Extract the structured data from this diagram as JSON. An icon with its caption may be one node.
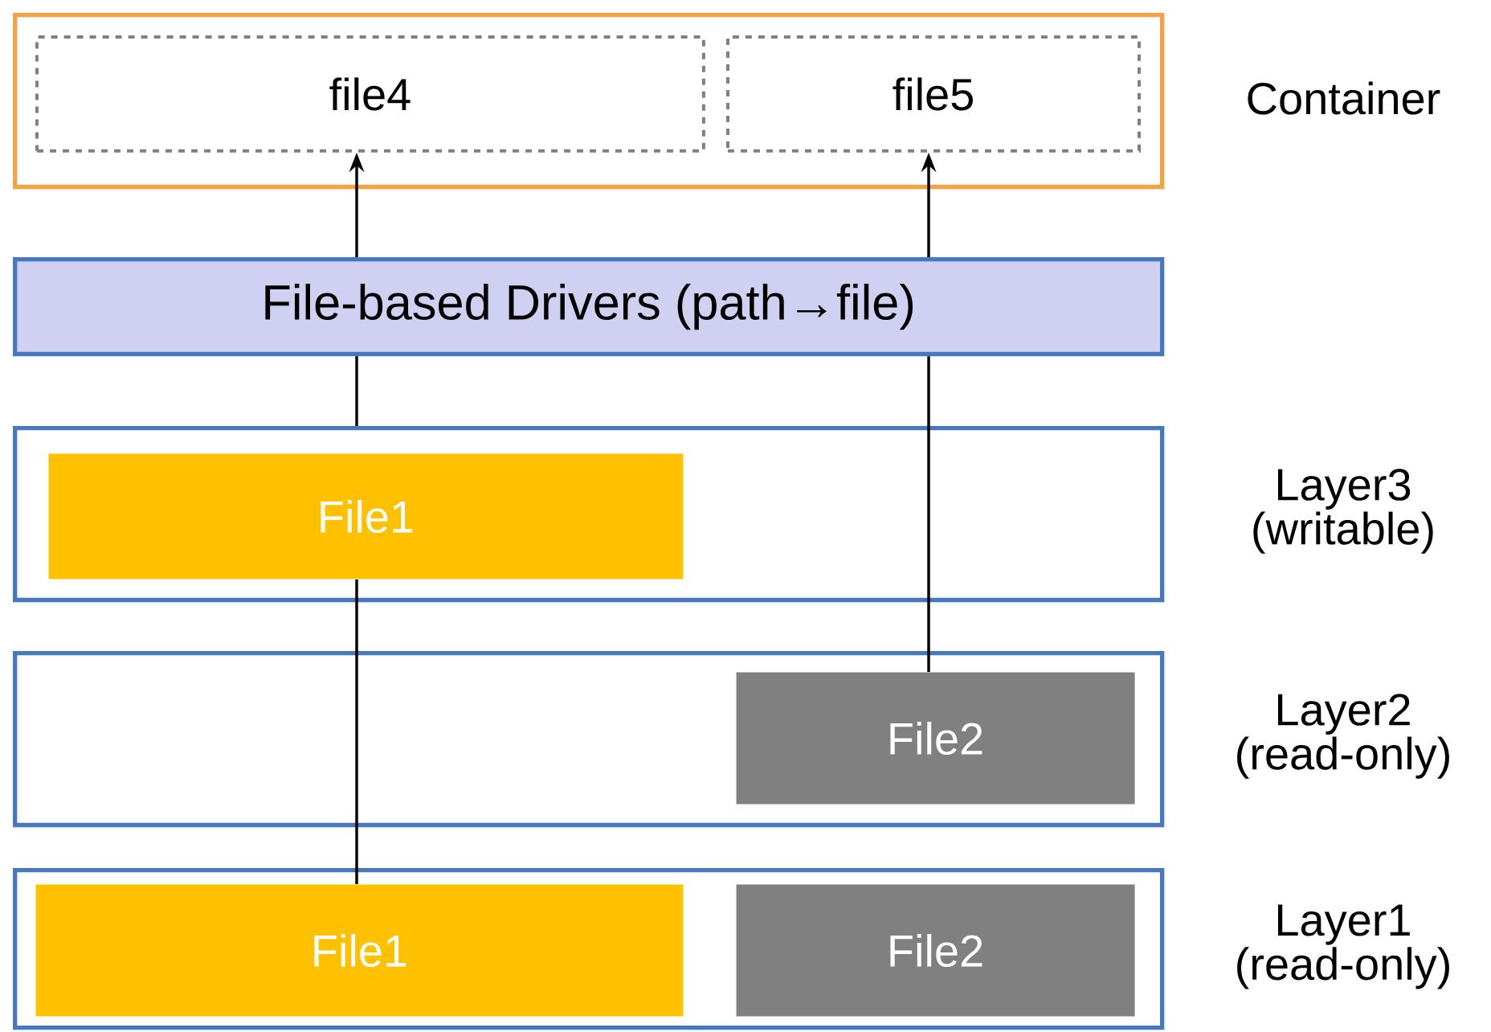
{
  "diagram": {
    "nodes": [
      {
        "text": [
          "Container"
        ]
      },
      {
        "text": [
          "file4"
        ],
        "in": 0
      },
      {
        "text": [
          "file5"
        ],
        "in": 0
      },
      {
        "text": [
          "File-based Drivers (path→file)"
        ]
      },
      {
        "text": [
          "Layer3 (writable)"
        ]
      },
      {
        "text": [
          "File1"
        ],
        "in": 4
      },
      {
        "text": [
          "Layer2 (read-only)"
        ]
      },
      {
        "text": [
          "File2"
        ],
        "in": 6
      },
      {
        "text": [
          "Layer1 (read-only)"
        ]
      },
      {
        "text": [
          "File1"
        ],
        "in": 8
      },
      {
        "text": [
          "File2"
        ],
        "in": 8
      }
    ],
    "edges": [
      {
        "from": 9,
        "to": 5,
        "arrow": "none"
      },
      {
        "from": 4,
        "to": 3,
        "arrow": "none"
      },
      {
        "from": 3,
        "to": 1,
        "arrow": "to"
      },
      {
        "from": 7,
        "to": 3,
        "arrow": "none"
      },
      {
        "from": 3,
        "to": 2,
        "arrow": "to"
      }
    ]
  }
}
